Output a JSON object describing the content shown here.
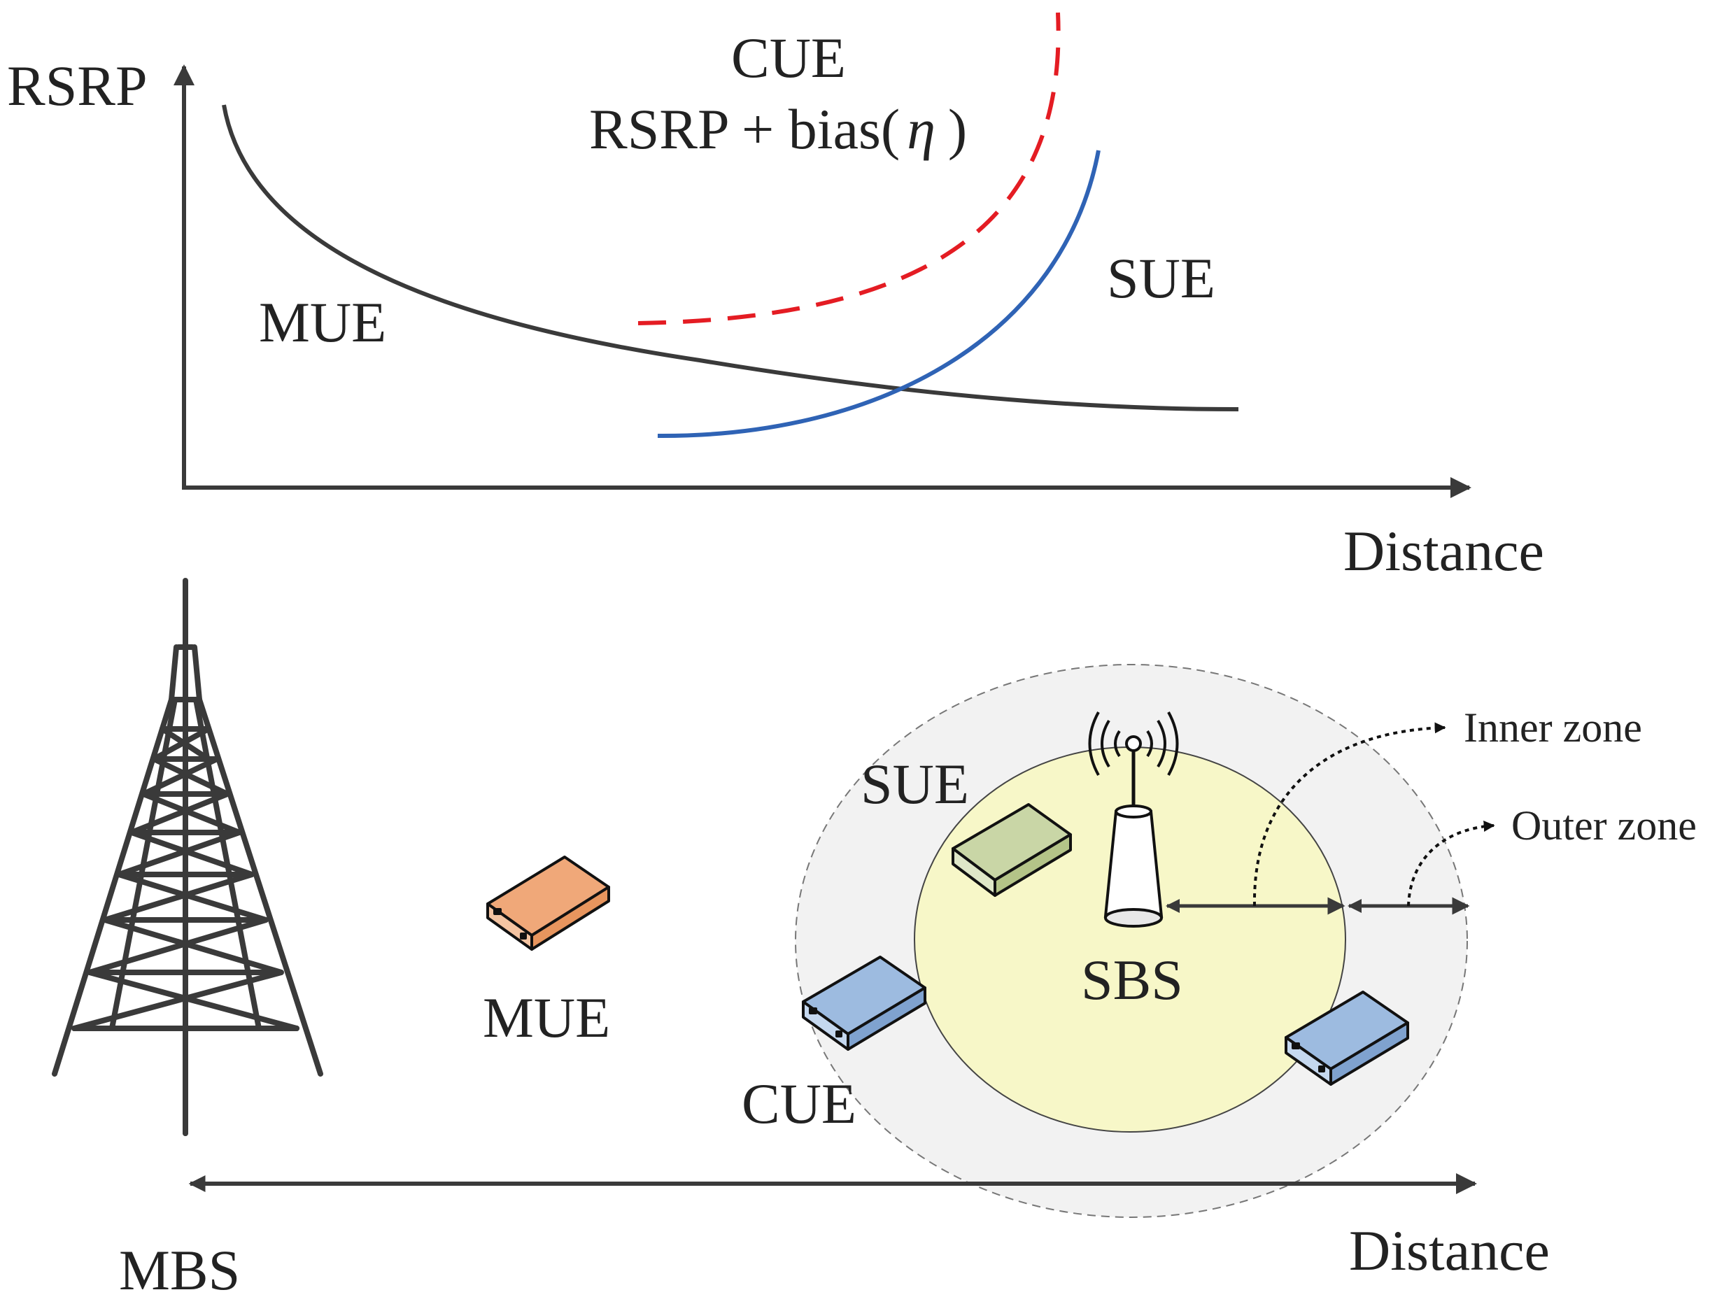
{
  "chart": {
    "y_axis_label": "RSRP",
    "x_axis_label": "Distance",
    "label_cue": "CUE",
    "label_bias": "RSRP + bias(",
    "label_eta": "η",
    "label_bias_close": ")",
    "label_sue": "SUE",
    "label_mue": "MUE"
  },
  "colors": {
    "mue_curve": "#3a3a3a",
    "sue_curve": "#2f63b5",
    "cue_curve": "#e41c23",
    "inner_zone_fill": "#f7f7c8",
    "outer_zone_fill": "#f2f2f2",
    "mue_device": "#f0a879",
    "sue_device": "#c9d6a6",
    "cue_device": "#9dbbe0"
  },
  "scene": {
    "mbs_label": "MBS",
    "distance_label": "Distance",
    "mue_label": "MUE",
    "sue_label": "SUE",
    "cue_label": "CUE",
    "sbs_label": "SBS",
    "inner_zone_label": "Inner zone",
    "outer_zone_label": "Outer zone"
  },
  "icons": [
    "macro-tower-icon",
    "small-cell-antenna-icon",
    "user-device-icon",
    "signal-wave-icon"
  ]
}
